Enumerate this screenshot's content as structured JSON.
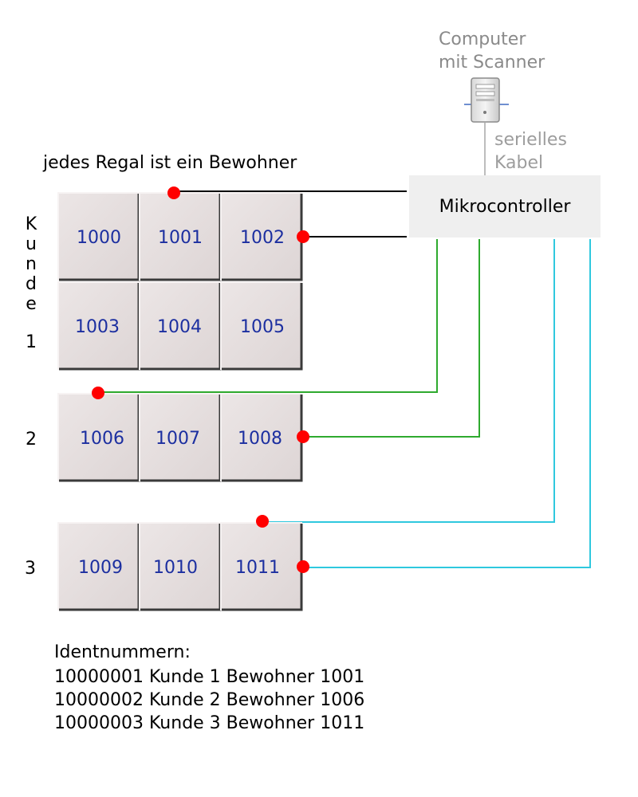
{
  "header": {
    "title": "jedes Regal ist ein Bewohner"
  },
  "computer": {
    "label_line1": "Computer",
    "label_line2": "mit Scanner",
    "icon": "computer-tower-icon"
  },
  "cable": {
    "label_line1": "serielles",
    "label_line2": "Kabel"
  },
  "microcontroller": {
    "label": "Mikrocontroller"
  },
  "kunde_labels": {
    "k1": [
      "K",
      "u",
      "n",
      "d",
      "e",
      "1"
    ],
    "k2": "2",
    "k3": "3"
  },
  "shelves": [
    "1000",
    "1001",
    "1002",
    "1003",
    "1004",
    "1005",
    "1006",
    "1007",
    "1008",
    "1009",
    "1010",
    "1011"
  ],
  "ident": {
    "title": "Identnummern:",
    "lines": [
      "10000001 Kunde 1 Bewohner 1001",
      "10000002 Kunde 2 Bewohner 1006",
      "10000003 Kunde 3 Bewohner 1011"
    ]
  },
  "colors": {
    "black_wire": "#000000",
    "green_wire": "#2eaa2e",
    "cyan_wire": "#2fc8de",
    "dot": "#ff0000",
    "cell_fill": "#e3dcdc",
    "cell_text": "#1c2fa0"
  }
}
